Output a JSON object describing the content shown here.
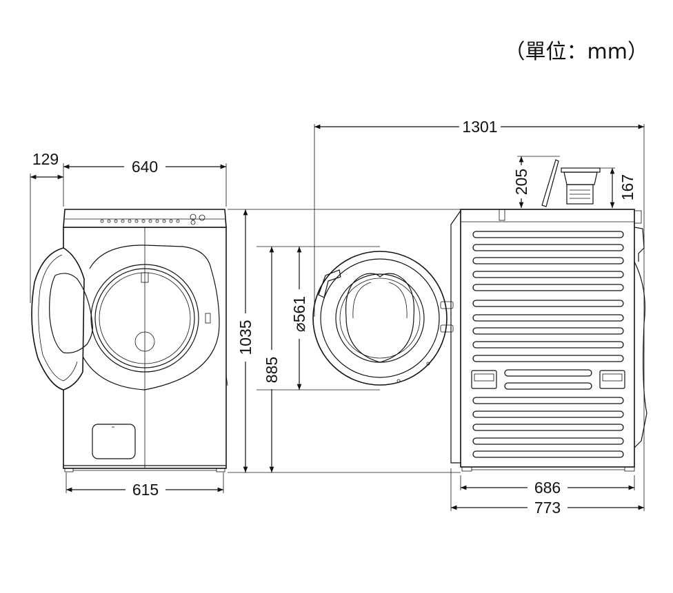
{
  "unit_label": "（單位：mm）",
  "dimensions": {
    "door_swing": "129",
    "top_width": "640",
    "base_width": "615",
    "height": "1035",
    "door_center_height": "885",
    "door_diameter": "⌀561",
    "total_depth_door_open": "1301",
    "lid_clearance": "205",
    "filter_height": "167",
    "body_depth": "686",
    "total_depth": "773"
  }
}
